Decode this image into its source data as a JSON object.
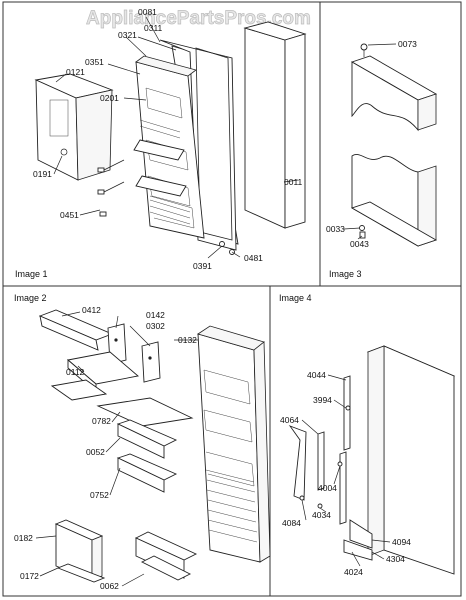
{
  "watermark": "AppliancePartsPros.com",
  "panels": {
    "image1": {
      "caption": "Image 1",
      "labels": {
        "p0081": "0081",
        "p0321": "0321",
        "p0311": "0311",
        "p0351": "0351",
        "p0121": "0121",
        "p0201": "0201",
        "p0191": "0191",
        "p0451": "0451",
        "p0011": "0011",
        "p0391": "0391",
        "p0481": "0481"
      }
    },
    "image2": {
      "caption": "Image 2",
      "labels": {
        "p0412": "0412",
        "p0142": "0142",
        "p0302": "0302",
        "p0132": "0132",
        "p0112": "0112",
        "p0782": "0782",
        "p0052": "0052",
        "p0752": "0752",
        "p0182": "0182",
        "p0172": "0172",
        "p0062": "0062"
      }
    },
    "image3": {
      "caption": "Image 3",
      "labels": {
        "p0073": "0073",
        "p0033": "0033",
        "p0043": "0043"
      }
    },
    "image4": {
      "caption": "Image 4",
      "labels": {
        "p4044": "4044",
        "p3994": "3994",
        "p4064": "4064",
        "p4004": "4004",
        "p4084": "4084",
        "p4034": "4034",
        "p4094": "4094",
        "p4304": "4304",
        "p4024": "4024"
      }
    }
  }
}
